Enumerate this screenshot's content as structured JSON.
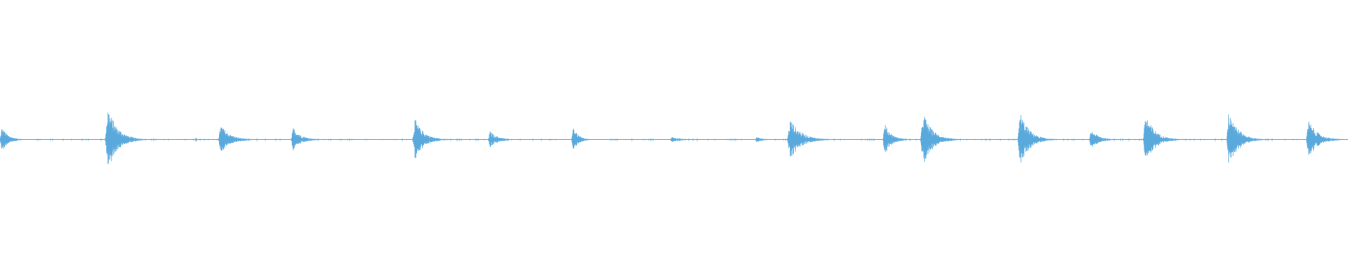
{
  "waveform": {
    "color": "#5aa9dc",
    "background": "#ffffff",
    "baseline_level": 0.0,
    "onsets": [
      {
        "time": 0.0,
        "peak": 0.09,
        "duration": 0.022
      },
      {
        "time": 0.078,
        "peak": 0.24,
        "duration": 0.032
      },
      {
        "time": 0.145,
        "peak": 0.02,
        "duration": 0.004
      },
      {
        "time": 0.162,
        "peak": 0.11,
        "duration": 0.03
      },
      {
        "time": 0.216,
        "peak": 0.09,
        "duration": 0.026
      },
      {
        "time": 0.306,
        "peak": 0.15,
        "duration": 0.03
      },
      {
        "time": 0.362,
        "peak": 0.06,
        "duration": 0.026
      },
      {
        "time": 0.424,
        "peak": 0.11,
        "duration": 0.016
      },
      {
        "time": 0.497,
        "peak": 0.02,
        "duration": 0.03
      },
      {
        "time": 0.56,
        "peak": 0.02,
        "duration": 0.02
      },
      {
        "time": 0.584,
        "peak": 0.15,
        "duration": 0.036
      },
      {
        "time": 0.655,
        "peak": 0.12,
        "duration": 0.022
      },
      {
        "time": 0.683,
        "peak": 0.2,
        "duration": 0.03
      },
      {
        "time": 0.755,
        "peak": 0.2,
        "duration": 0.03
      },
      {
        "time": 0.808,
        "peak": 0.07,
        "duration": 0.026
      },
      {
        "time": 0.848,
        "peak": 0.19,
        "duration": 0.03
      },
      {
        "time": 0.91,
        "peak": 0.24,
        "duration": 0.028
      },
      {
        "time": 0.969,
        "peak": 0.14,
        "duration": 0.03
      }
    ]
  }
}
